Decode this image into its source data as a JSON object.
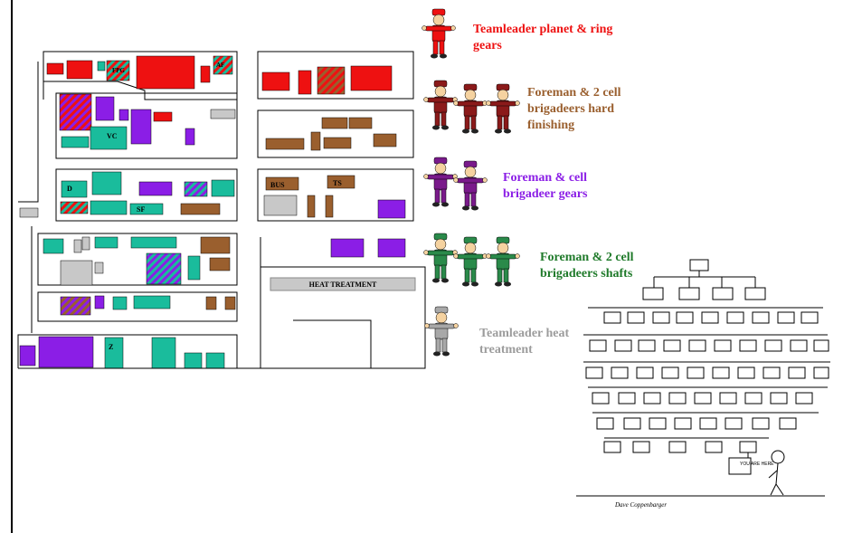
{
  "colors": {
    "red": "#ee1111",
    "maroon": "#8b1a1a",
    "brown": "#9a5f2e",
    "purple": "#8b1ee6",
    "green": "#1abc9c",
    "darkgreen": "#1f7a2a",
    "gray": "#a8a8a8",
    "grayText": "#9c9c9c"
  },
  "labels": {
    "red_team": "Teamleader planet & ring gears",
    "brown_team": "Foreman & 2 cell brigadeers hard finishing",
    "purple_team": "Foreman & cell brigadeer gears",
    "green_team": "Foreman & 2 cell brigadeers shafts",
    "gray_team": "Teamleader heat treatment"
  },
  "map": {
    "heat_treatment": "HEAT TREATMENT",
    "vc": "VC",
    "bus": "BUS",
    "ts": "TS",
    "d": "D",
    "sf": "SF",
    "z": "Z",
    "af": "AF",
    "fpg": "FPG"
  },
  "cartoon": {
    "sign": "YOU ARE HERE",
    "signature": "Dave Coppenbarger"
  }
}
